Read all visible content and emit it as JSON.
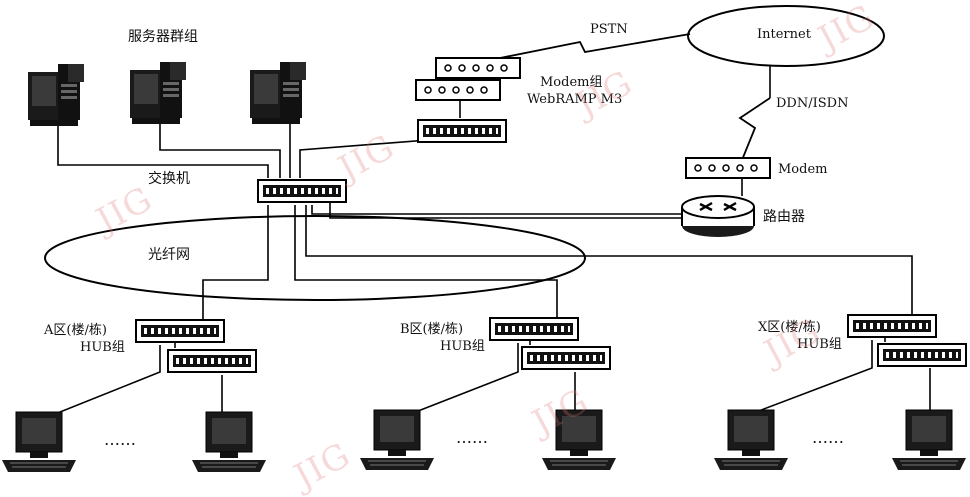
{
  "labels": {
    "server_group": "服务器群组",
    "switch": "交换机",
    "fiber_network": "光纤网",
    "pstn": "PSTN",
    "internet": "Internet",
    "modem_group_line1": "Modem组",
    "modem_group_line2": "WebRAMP M3",
    "ddn_isdn": "DDN/ISDN",
    "modem": "Modem",
    "router": "路由器",
    "zone_a_line1": "A区(楼/栋)",
    "zone_a_line2": "HUB组",
    "zone_b_line1": "B区(楼/栋)",
    "zone_b_line2": "HUB组",
    "zone_x_line1": "X区(楼/栋)",
    "zone_x_line2": "HUB组",
    "ellipsis_a": "……",
    "ellipsis_b": "……",
    "ellipsis_x": "……"
  },
  "watermark": "JIG"
}
